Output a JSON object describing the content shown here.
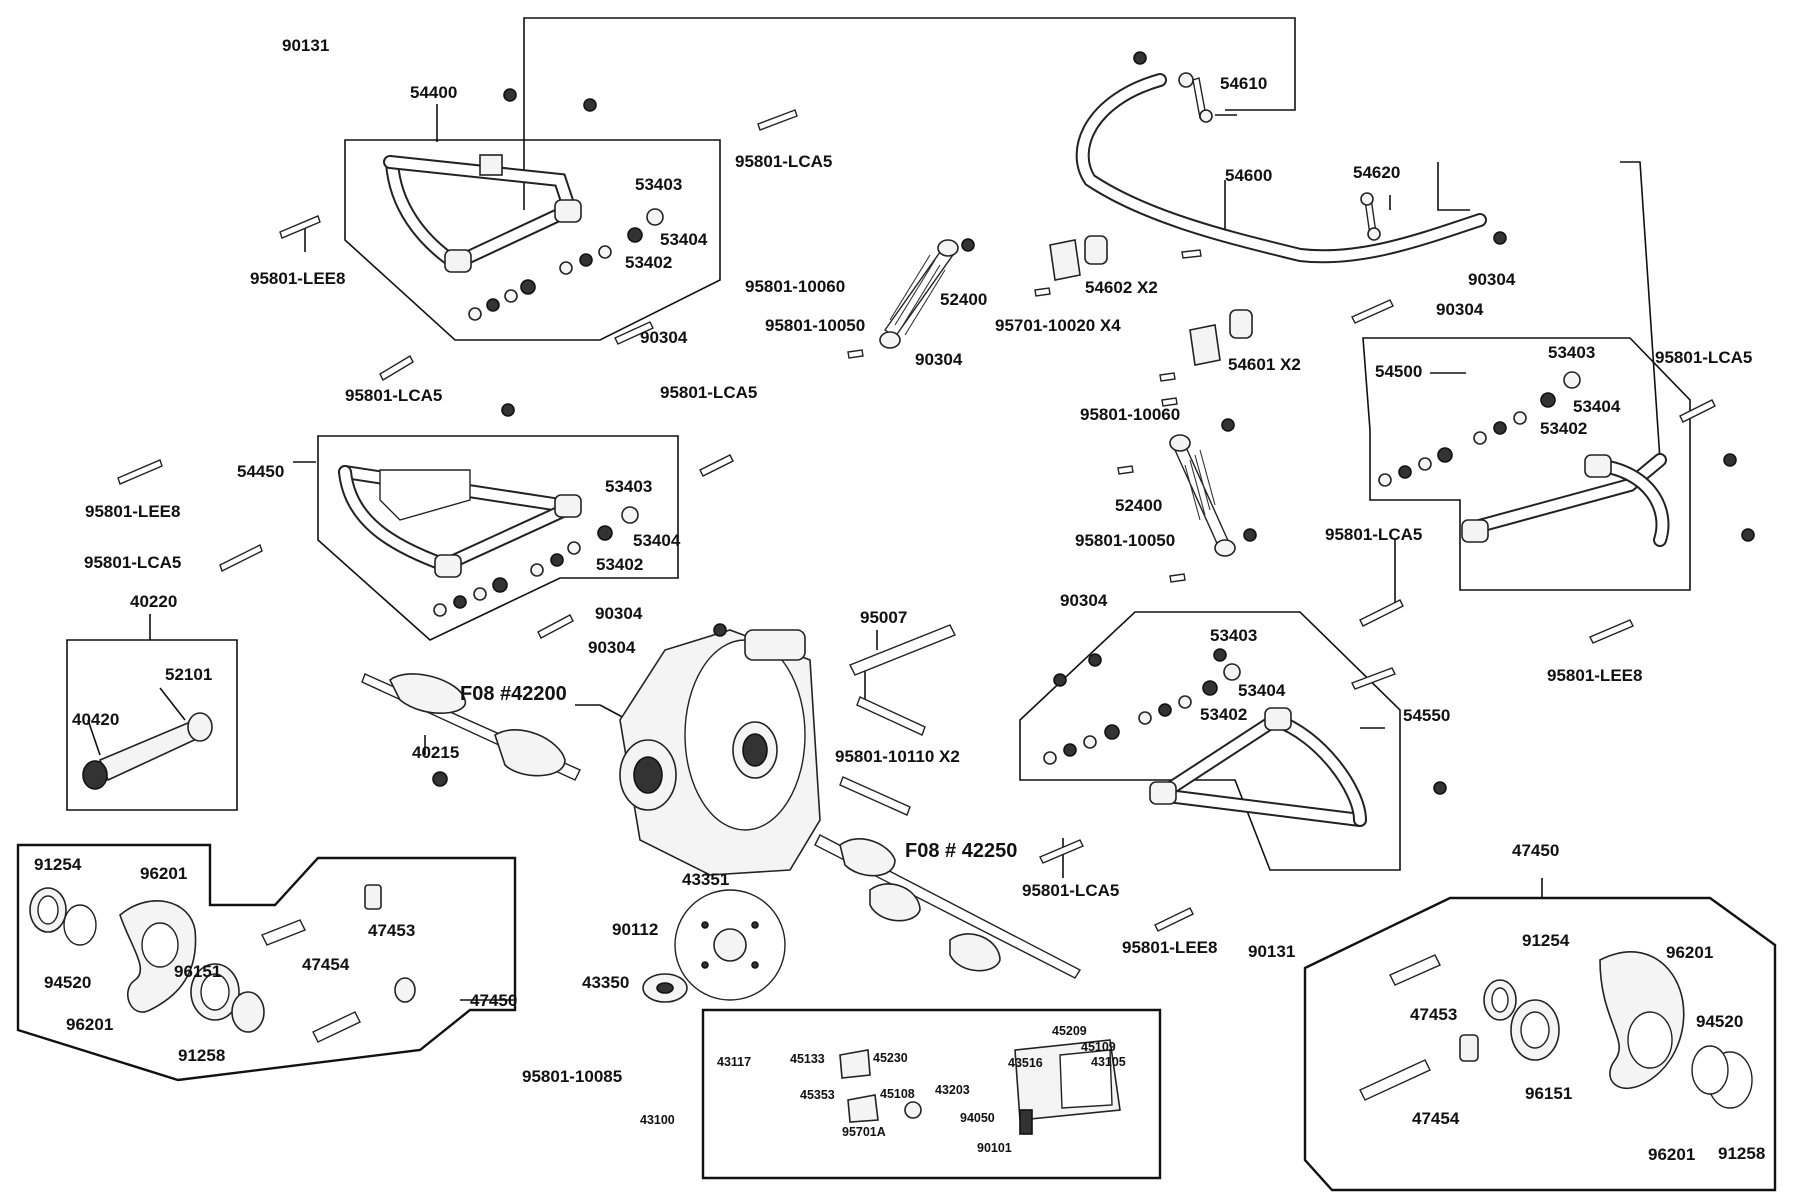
{
  "labels": {
    "l_90131_tl": "90131",
    "l_54400": "54400",
    "l_95801_lee8_a": "95801-LEE8",
    "l_53403_a": "53403",
    "l_53404_a": "53404",
    "l_53402_a": "53402",
    "l_90304_a": "90304",
    "l_95801_lca5_a": "95801-LCA5",
    "l_95801_lca5_b": "95801-LCA5",
    "l_95801_lca5_c": "95801-LCA5",
    "l_95801_lee8_b": "95801-LEE8",
    "l_54450": "54450",
    "l_95801_lca5_d": "95801-LCA5",
    "l_53403_b": "53403",
    "l_53404_b": "53404",
    "l_53402_b": "53402",
    "l_90304_b": "90304",
    "l_40220": "40220",
    "l_52101": "52101",
    "l_40420": "40420",
    "l_40215": "40215",
    "l_f08_42200": "F08 #42200",
    "l_90304_c": "90304",
    "l_95007": "95007",
    "l_95801_10110": "95801-10110  X2",
    "l_95801_10060_a": "95801-10060",
    "l_52400_a": "52400",
    "l_95801_10050_a": "95801-10050",
    "l_90304_d": "90304",
    "l_54602": "54602 X2",
    "l_95701_10020": "95701-10020 X4",
    "l_54601": "54601 X2",
    "l_54610": "54610",
    "l_54600": "54600",
    "l_54620": "54620",
    "l_90304_e": "90304",
    "l_90304_f": "90304",
    "l_95801_10060_b": "95801-10060",
    "l_52400_b": "52400",
    "l_95801_10050_b": "95801-10050",
    "l_54500": "54500",
    "l_53403_c": "53403",
    "l_53404_c": "53404",
    "l_53402_c": "53402",
    "l_95801_lca5_e": "95801-LCA5",
    "l_95801_lca5_f": "95801-LCA5",
    "l_95801_lee8_c": "95801-LEE8",
    "l_90304_g": "90304",
    "l_53403_d": "53403",
    "l_53404_d": "53404",
    "l_53402_d": "53402",
    "l_54550": "54550",
    "l_f08_42250": "F08 # 42250",
    "l_95801_lca5_g": "95801-LCA5",
    "l_95801_lee8_d": "95801-LEE8",
    "l_90131_r": "90131",
    "l_43351": "43351",
    "l_90112": "90112",
    "l_43350": "43350",
    "l_95801_10085": "95801-10085",
    "l_91254_l": "91254",
    "l_96201_l1": "96201",
    "l_96151_l": "96151",
    "l_47453_l": "47453",
    "l_47454_l": "47454",
    "l_94520_l": "94520",
    "l_96201_l2": "96201",
    "l_91258_l": "91258",
    "l_47450_l": "47450",
    "l_47450_r": "47450",
    "l_91254_r": "91254",
    "l_96201_r1": "96201",
    "l_47453_r": "47453",
    "l_94520_r": "94520",
    "l_96151_r": "96151",
    "l_47454_r": "47454",
    "l_96201_r2": "96201",
    "l_91258_r": "91258",
    "l_43117": "43117",
    "l_45133": "45133",
    "l_45230": "45230",
    "l_45353": "45353",
    "l_45108": "45108",
    "l_43203": "43203",
    "l_95701a": "95701A",
    "l_43100": "43100",
    "l_45209": "45209",
    "l_45109": "45109",
    "l_43516": "43516",
    "l_43105": "43105",
    "l_94050": "94050",
    "l_90101": "90101"
  }
}
